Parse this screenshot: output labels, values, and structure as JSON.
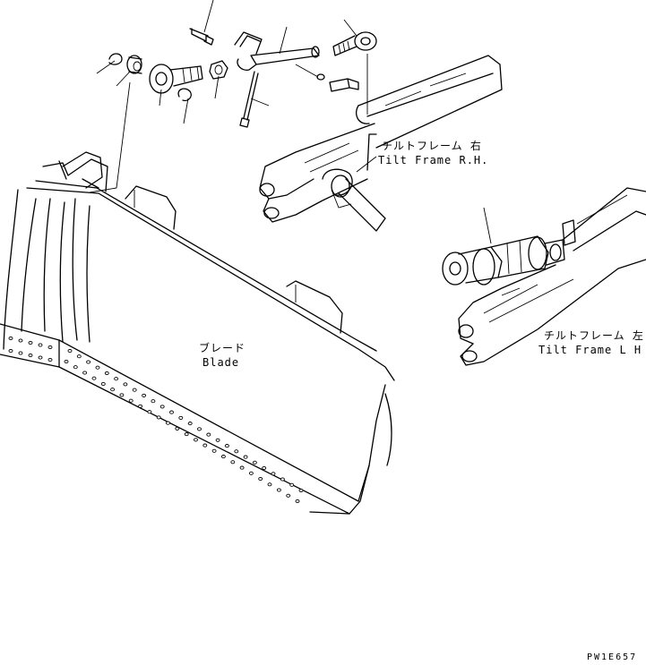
{
  "labels": {
    "tilt_frame_rh_jp": "チルトフレーム 右",
    "tilt_frame_rh_en": "Tilt Frame R.H.",
    "tilt_frame_lh_jp": "チルトフレーム 左",
    "tilt_frame_lh_en": "Tilt Frame L H",
    "blade_jp": "ブレード",
    "blade_en": "Blade"
  },
  "drawing_code": "PW1E657",
  "colors": {
    "line": "#000000",
    "background": "#ffffff"
  }
}
